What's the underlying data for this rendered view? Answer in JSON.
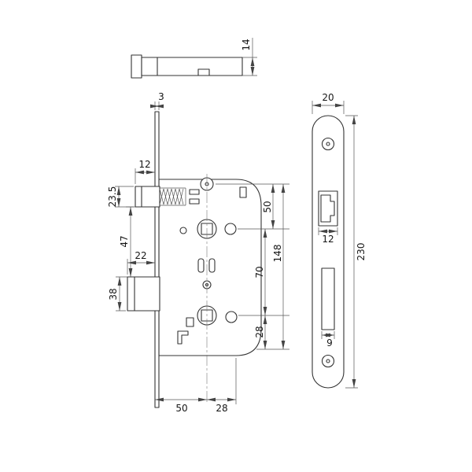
{
  "dims": {
    "profile_thickness": "14",
    "faceplate_thickness": "3",
    "latch_protrusion": "12",
    "latch_height": "23.5",
    "latch_to_deadbolt": "47",
    "deadbolt_protrusion": "22",
    "deadbolt_height": "38",
    "top_to_follower": "50",
    "follower_to_cylinder": "70",
    "case_height": "148",
    "cylinder_to_bottom": "28",
    "backset": "50",
    "center_offset": "28",
    "plate_width": "20",
    "latch_cutout_width": "12",
    "plate_height": "230",
    "bolt_cutout_width": "9"
  }
}
